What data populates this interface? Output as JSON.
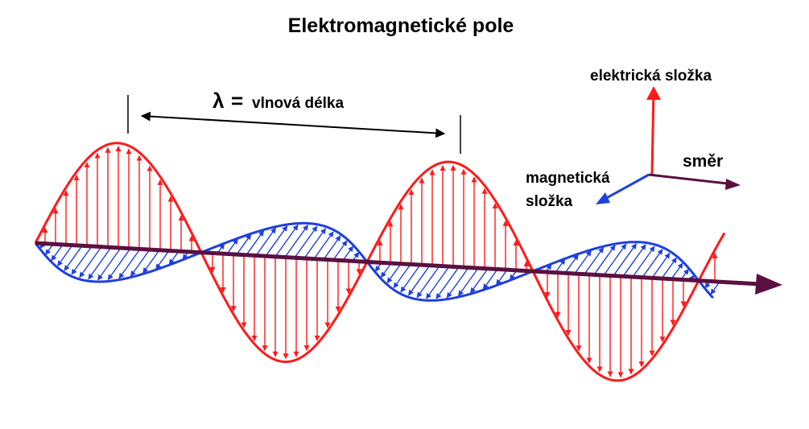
{
  "title": "Elektromagnetické pole",
  "wavelength": {
    "symbol": "λ",
    "equals": "=",
    "label": "vlnová délka"
  },
  "axes": {
    "electric": "elektrická složka",
    "magnetic_line1": "magnetická",
    "magnetic_line2": "složka",
    "direction": "směr"
  },
  "colors": {
    "electric": "#ff1a1a",
    "magnetic": "#1f3fe0",
    "propagation": "#5a1040",
    "text": "#000000",
    "dimension": "#000000"
  },
  "icons": {
    "electric_arrow": "arrow-up-icon",
    "magnetic_arrow": "arrow-down-left-icon",
    "direction_arrow": "arrow-right-icon"
  }
}
